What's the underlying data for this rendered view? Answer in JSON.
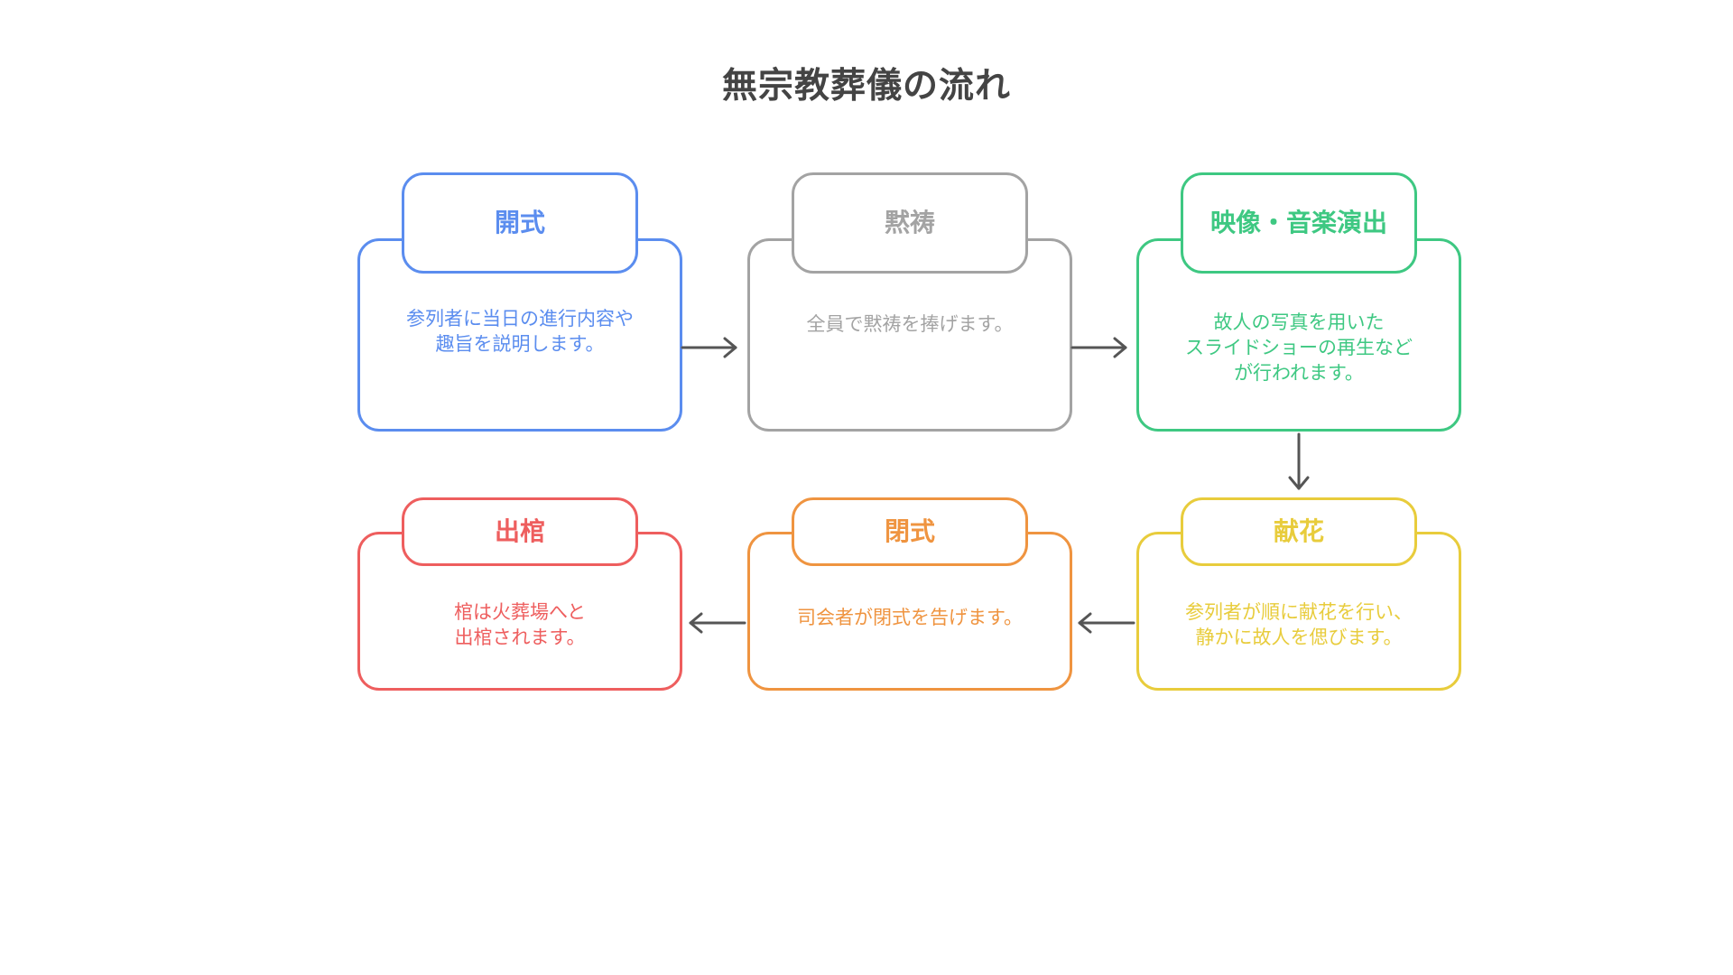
{
  "title": "無宗教葬儀の流れ",
  "steps": [
    {
      "label": "開式",
      "description": "参列者に当日の進行内容や\n趣旨を説明します。",
      "color": "#5b8def"
    },
    {
      "label": "黙祷",
      "description": "全員で黙祷を捧げます。",
      "color": "#a3a3a3"
    },
    {
      "label": "映像・音楽演出",
      "description": "故人の写真を用いた\nスライドショーの再生など\nが行われます。",
      "color": "#3ec882"
    },
    {
      "label": "献花",
      "description": "参列者が順に献花を行い、\n静かに故人を偲びます。",
      "color": "#e8cc3c"
    },
    {
      "label": "閉式",
      "description": "司会者が閉式を告げます。",
      "color": "#ef9440"
    },
    {
      "label": "出棺",
      "description": "棺は火葬場へと\n出棺されます。",
      "color": "#ee5e5e"
    }
  ],
  "arrow_color": "#555555"
}
